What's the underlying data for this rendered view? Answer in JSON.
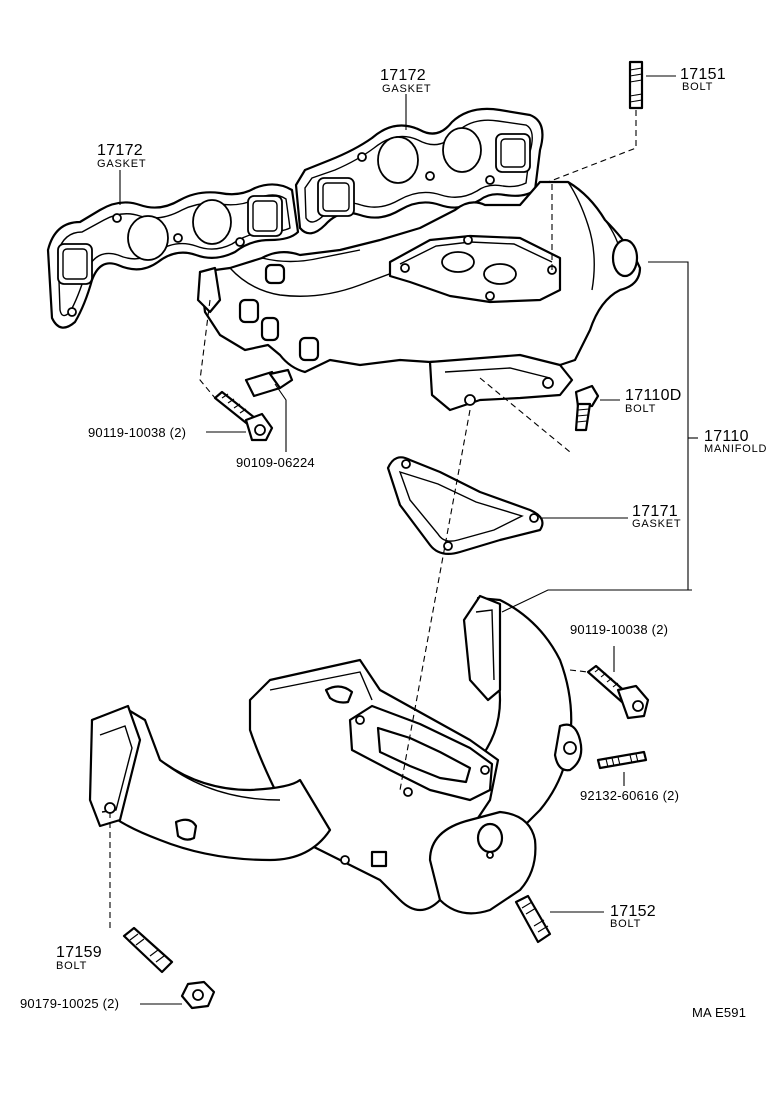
{
  "parts": {
    "gasket_upper": {
      "number": "17172",
      "name": "GASKET"
    },
    "gasket_left": {
      "number": "17172",
      "name": "GASKET"
    },
    "bolt_17151": {
      "number": "17151",
      "name": "BOLT"
    },
    "bolt_17110d": {
      "number": "17110D",
      "name": "BOLT"
    },
    "manifold": {
      "number": "17110",
      "name": "MANIFOLD"
    },
    "gasket_17171": {
      "number": "17171",
      "name": "GASKET"
    },
    "bolt_90119_upper": {
      "label": "90119-10038 (2)"
    },
    "fitting_90109": {
      "label": "90109-06224"
    },
    "bolt_90119_lower": {
      "label": "90119-10038 (2)"
    },
    "stud_92132": {
      "label": "92132-60616 (2)"
    },
    "bolt_17152": {
      "number": "17152",
      "name": "BOLT"
    },
    "bolt_17159": {
      "number": "17159",
      "name": "BOLT"
    },
    "nut_90179": {
      "label": "90179-10025 (2)"
    }
  },
  "diagram_code": "MA E591"
}
